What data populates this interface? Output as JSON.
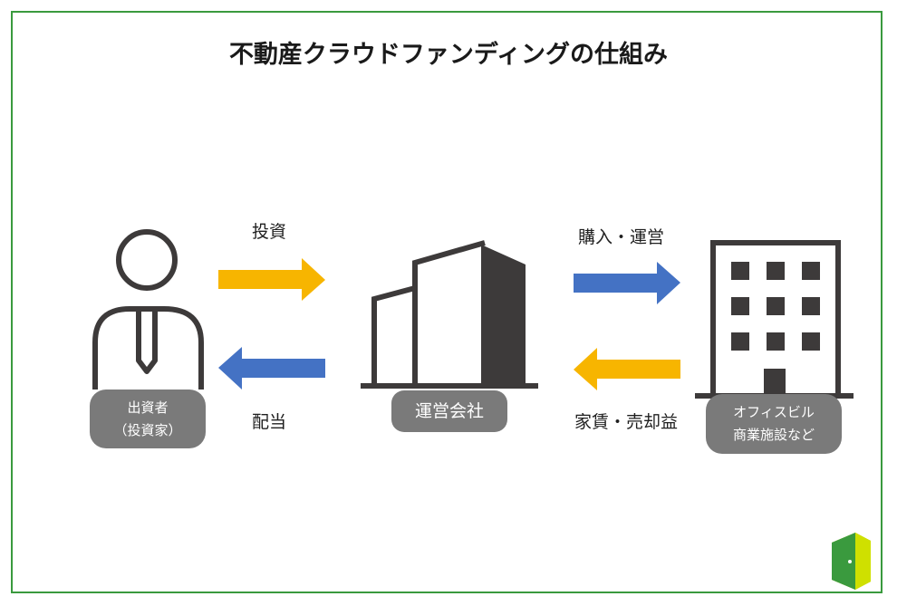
{
  "title": "不動産クラウドファンディングの仕組み",
  "nodes": {
    "investor": {
      "line1": "出資者",
      "line2": "（投資家）"
    },
    "operator": {
      "label": "運営会社"
    },
    "property": {
      "line1": "オフィスビル",
      "line2": "商業施設など"
    }
  },
  "edges": {
    "invest": {
      "label": "投資",
      "color": "#f7b500"
    },
    "dividend": {
      "label": "配当",
      "color": "#4472c4"
    },
    "purchase": {
      "label": "購入・運営",
      "color": "#4472c4"
    },
    "rent": {
      "label": "家賃・売却益",
      "color": "#f7b500"
    }
  },
  "colors": {
    "frame": "#3a9a3e",
    "icon": "#3d3a3a",
    "pill": "#7a7a7a",
    "logo_light": "#b8d200",
    "logo_dark": "#3a9a3e"
  }
}
